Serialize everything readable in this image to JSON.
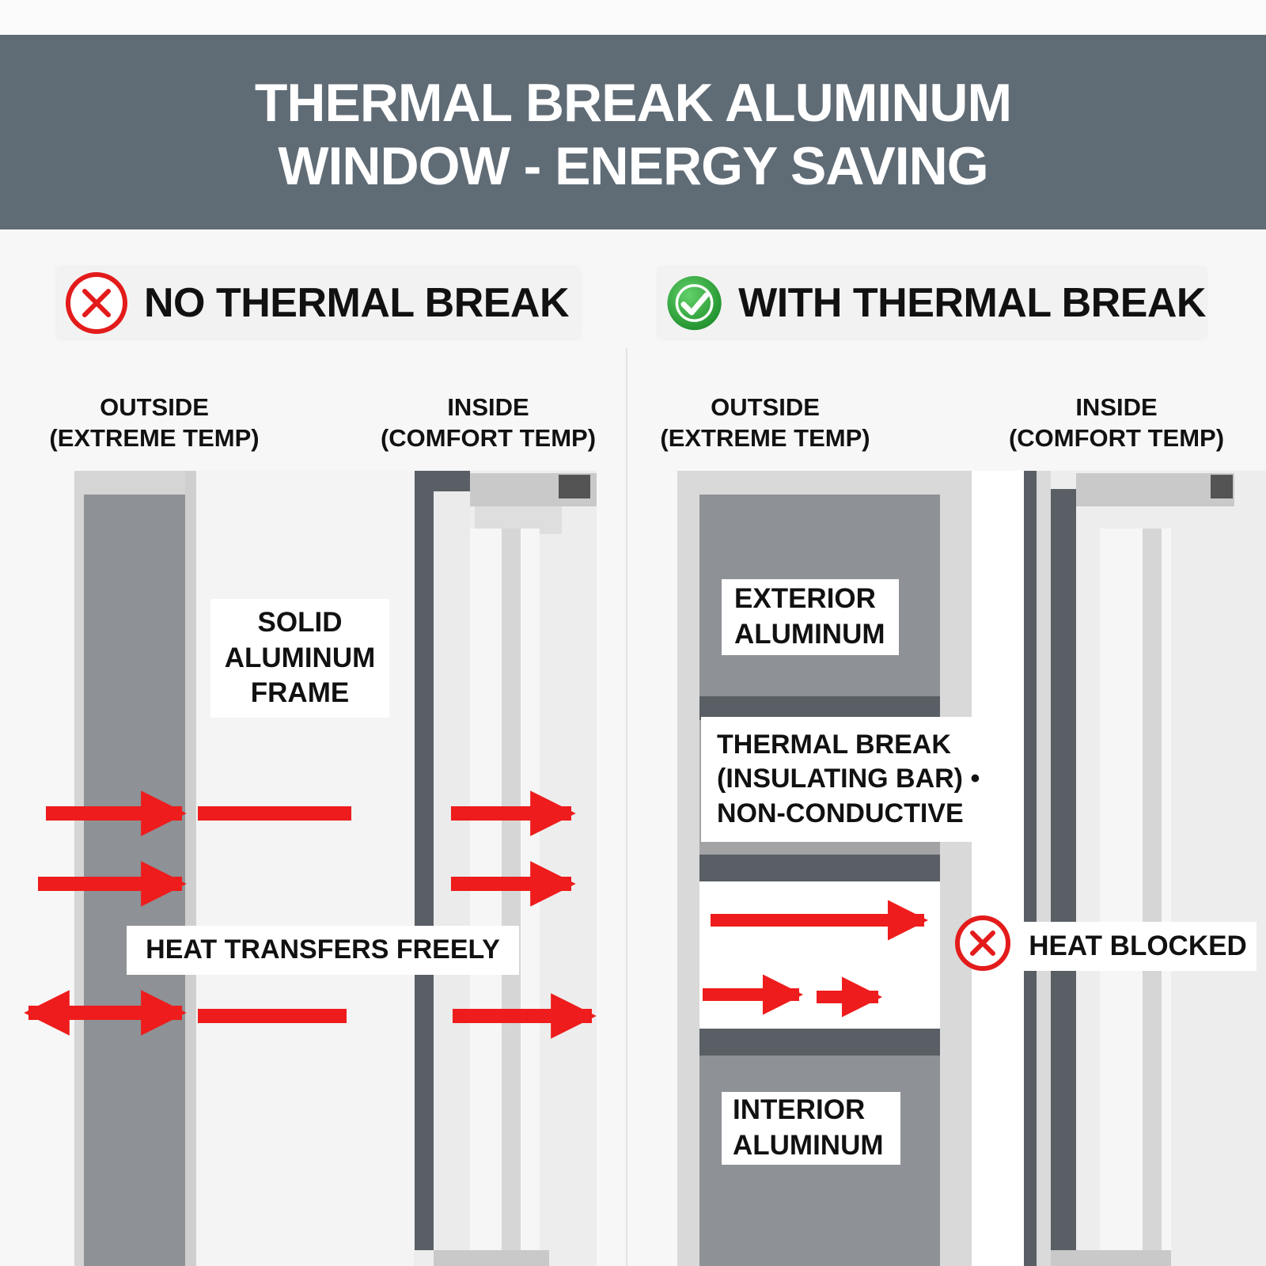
{
  "title": {
    "line1": "THERMAL BREAK ALUMINUM",
    "line2": "WINDOW - ENERGY SAVING"
  },
  "left_panel": {
    "heading": "NO THERMAL BREAK",
    "heading_icon": "x-circle-icon",
    "outside_label": {
      "line1": "OUTSIDE",
      "line2": "(EXTREME TEMP)"
    },
    "inside_label": {
      "line1": "INSIDE",
      "line2": "(COMFORT TEMP)"
    },
    "frame_callout": {
      "line1": "SOLID",
      "line2": "ALUMINUM",
      "line3": "FRAME"
    },
    "heat_callout": "HEAT TRANSFERS FREELY"
  },
  "right_panel": {
    "heading": "WITH THERMAL BREAK",
    "heading_icon": "check-circle-icon",
    "outside_label": {
      "line1": "OUTSIDE",
      "line2": "(EXTREME TEMP)"
    },
    "inside_label": {
      "line1": "INSIDE",
      "line2": "(COMFORT TEMP)"
    },
    "exterior_callout": {
      "line1": "EXTERIOR",
      "line2": "ALUMINUM"
    },
    "break_callout": {
      "line1": "THERMAL BREAK",
      "line2": "(INSULATING BAR) •",
      "line3": "NON-CONDUCTIVE"
    },
    "interior_callout": {
      "line1": "INTERIOR",
      "line2": "ALUMINUM"
    },
    "blocked_callout": "HEAT BLOCKED",
    "blocked_icon": "x-circle-icon"
  },
  "colors": {
    "banner": "#5f6b75",
    "arrow": "#ee1c1c",
    "check_green": "#2aa336",
    "aluminum_dark": "#595f64",
    "aluminum_mid": "#8e9195",
    "aluminum_light": "#cfcfcf"
  }
}
